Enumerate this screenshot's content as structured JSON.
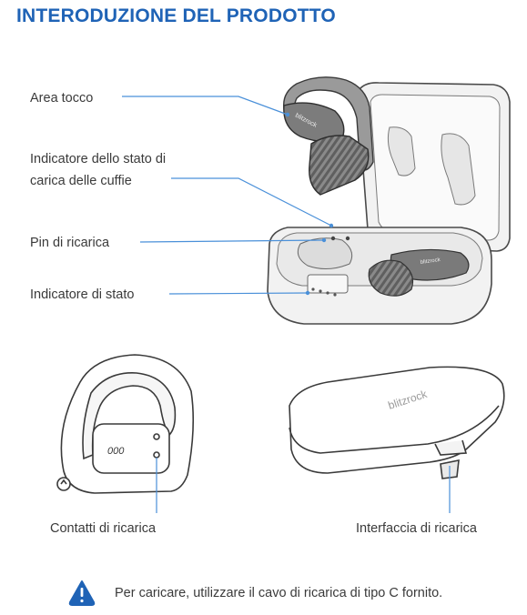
{
  "heading": "INTERODUZIONE DEL PRODOTTO",
  "labels": {
    "touch_area": "Area tocco",
    "earbud_indicator_line1": "Indicatore dello stato di",
    "earbud_indicator_line2": "carica delle cuffie",
    "charging_pin": "Pin di ricarica",
    "status_indicator": "Indicatore di stato",
    "charging_contacts": "Contatti di ricarica",
    "charging_interface": "Interfaccia di ricarica"
  },
  "brand": "blitzrock",
  "earbud_button_marks": "000",
  "note": {
    "icon": "warning-triangle-icon",
    "text": "Per caricare, utilizzare il cavo di ricarica di tipo C fornito."
  },
  "colors": {
    "accent": "#1f63b6",
    "line": "#4a90d9"
  }
}
